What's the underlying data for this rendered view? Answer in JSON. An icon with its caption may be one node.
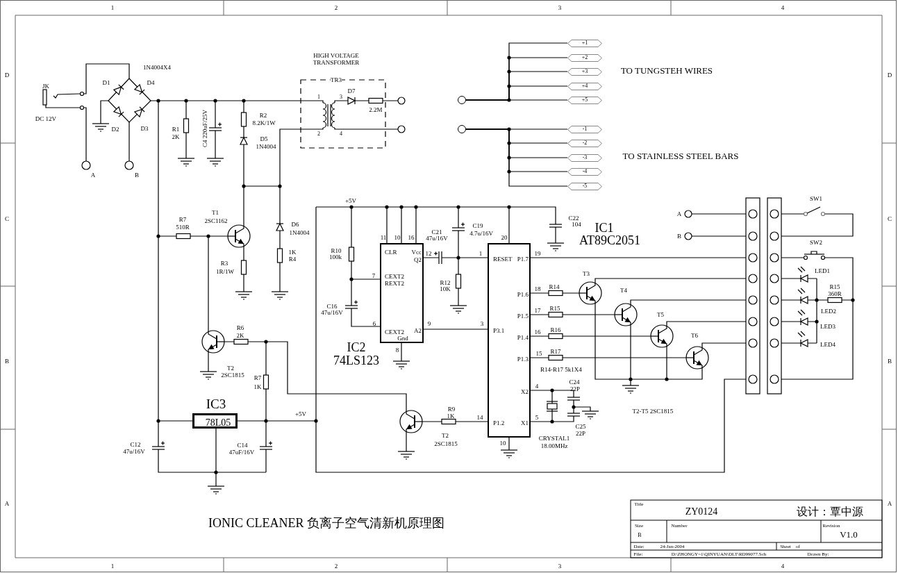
{
  "diagram": {
    "title": "IONIC CLEANER  负离子空气清新机原理图",
    "nodes": [
      {
        "text": [
          "HIGH VOLTAGE TRANSFORMER",
          "TR3",
          "1",
          "3",
          "D7",
          "2.2M",
          "2",
          "4"
        ]
      },
      {
        "text": [],
        "shape": "circle"
      },
      {
        "text": [
          "+1"
        ]
      },
      {
        "text": [
          "+2"
        ]
      },
      {
        "text": [
          "+3"
        ]
      },
      {
        "text": [
          "+4"
        ]
      },
      {
        "text": [
          "+5"
        ]
      },
      {
        "text": [],
        "shape": "circle"
      },
      {
        "text": [
          "-1"
        ]
      },
      {
        "text": [
          "-2"
        ]
      },
      {
        "text": [
          "-3"
        ]
      },
      {
        "text": [
          "-4"
        ]
      },
      {
        "text": [
          "-5"
        ]
      },
      {
        "text": [
          "CLR",
          "Vcc",
          "Q2",
          "CEXT2 REXT2",
          "CEXT2",
          "A2",
          "Gnd"
        ],
        "beside": [
          "IC2",
          "74LS123"
        ]
      },
      {
        "text": [
          "RESET",
          "P1.7",
          "P1.6",
          "P1.5",
          "P1.4",
          "P3.1",
          "P1.3",
          "X2",
          "P1.2",
          "X1"
        ],
        "beside": [
          "IC1",
          "AT89C2051"
        ]
      },
      {
        "text": [
          "78L05"
        ],
        "beside": [
          "IC3"
        ]
      }
    ],
    "edges": [
      {
        "from": 1,
        "to": 2,
        "arrow": "none"
      },
      {
        "from": 1,
        "to": 3,
        "arrow": "none"
      },
      {
        "from": 1,
        "to": 4,
        "arrow": "none"
      },
      {
        "from": 1,
        "to": 5,
        "arrow": "none"
      },
      {
        "from": 1,
        "to": 6,
        "arrow": "none"
      },
      {
        "from": 7,
        "to": 8,
        "arrow": "none"
      },
      {
        "from": 7,
        "to": 9,
        "arrow": "none"
      },
      {
        "from": 7,
        "to": 10,
        "arrow": "none"
      },
      {
        "from": 7,
        "to": 11,
        "arrow": "none"
      },
      {
        "from": 7,
        "to": 12,
        "arrow": "none"
      },
      {
        "from": 13,
        "to": 14,
        "arrow": "none"
      }
    ],
    "labels": [
      "1",
      "2",
      "3",
      "4",
      "D",
      "D",
      "C",
      "C",
      "B",
      "B",
      "A",
      "A",
      "1",
      "2",
      "3",
      "4",
      "1N4004X4",
      "JK",
      "DC 12V",
      "D1",
      "D4",
      "D2",
      "D3",
      "A",
      "B",
      "R1",
      "2K",
      "C4  220uF/25V",
      "R2",
      "8.2K/1W",
      "D5",
      "1N4004",
      "TO TUNGSTEH WIRES",
      "TO STAINLESS STEEL BARS",
      "R7",
      "510R",
      "T1",
      "2SC1162",
      "D6",
      "1N4004",
      "R3",
      "1R/1W",
      "1K",
      "R4",
      "R6",
      "2K",
      "T2",
      "2SC1815",
      "R7",
      "1K",
      "+5V",
      "C12",
      "47u/16V",
      "C14",
      "47uF/16V",
      "+5V",
      "11",
      "10",
      "16",
      "C21",
      "47u/16V",
      "C19",
      "4.7u/16V",
      "20",
      "C22",
      "104",
      "12",
      "1",
      "19",
      "R10",
      "100k",
      "7",
      "R12",
      "10K",
      "T3",
      "R14",
      "18",
      "T4",
      "C16",
      "47u/16V",
      "R15",
      "17",
      "T5",
      "6",
      "9",
      "3",
      "R16",
      "16",
      "T6",
      "8",
      "R17",
      "15",
      "R14-R17 5k1X4",
      "C24",
      "22P",
      "4",
      "R9",
      "1K",
      "T2-T5  2SC1815",
      "14",
      "5",
      "C25",
      "22P",
      "T2",
      "2SC1815",
      "CRYSTAL1",
      "18.00MHz",
      "10",
      "SW1",
      "A",
      "B",
      "SW2",
      "LED1",
      "R15",
      "360R",
      "LED2",
      "LED3",
      "LED4",
      "Title",
      "ZY0124",
      "设计：覃中源",
      "Size",
      "Number",
      "Revision",
      "B",
      "V1.0",
      "Date:",
      "24-Jan-2004",
      "Sheet",
      "of",
      "File:",
      "D:\\ZHONGY~1\\QINYUAN\\DLT\\RD99077.Sch",
      "Drawn By:"
    ]
  }
}
